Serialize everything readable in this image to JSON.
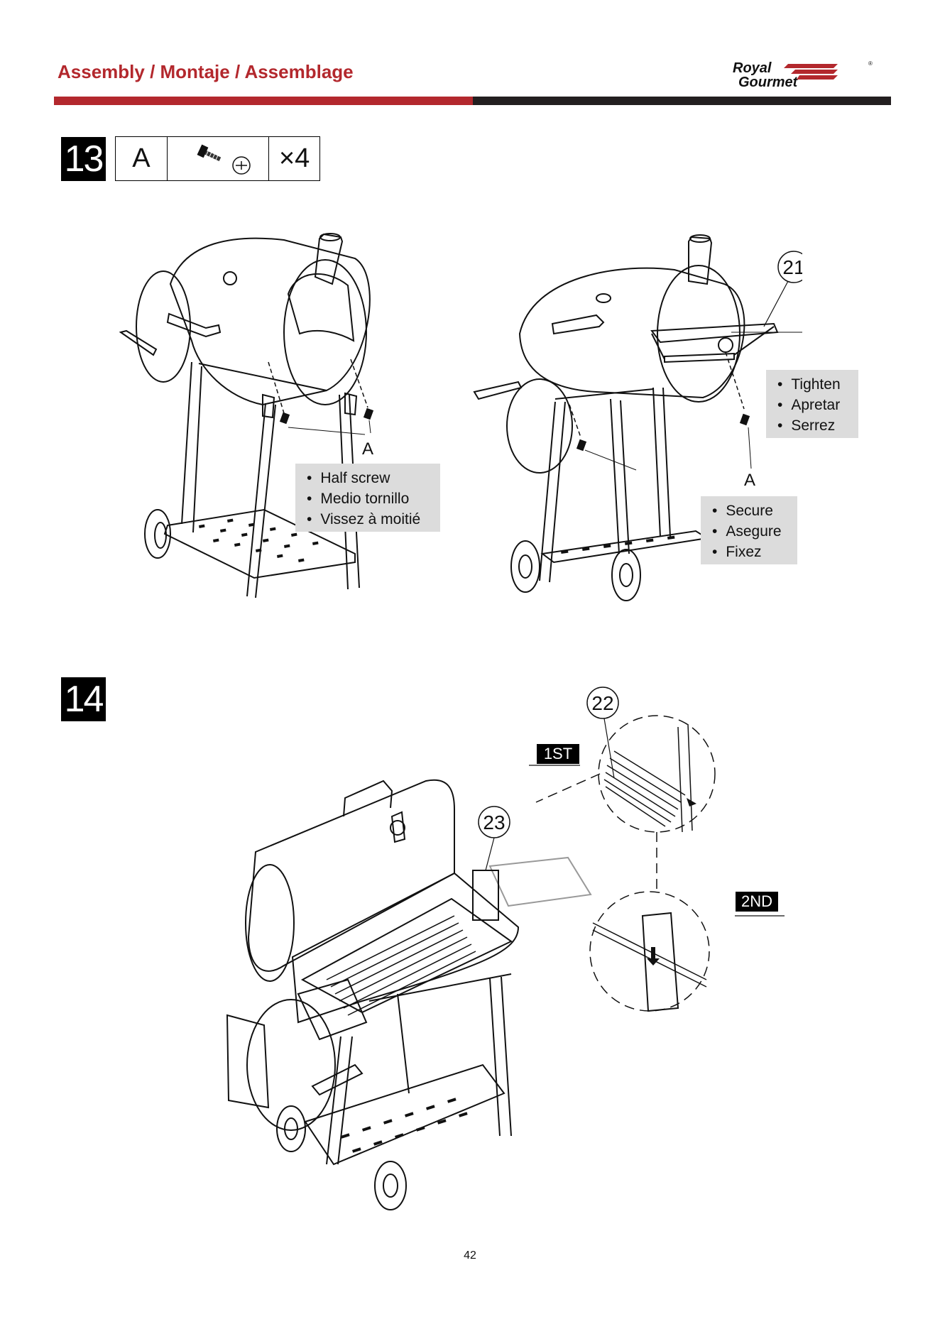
{
  "header": {
    "title": "Assembly / Montaje / Assemblage",
    "logo_line1": "Royal",
    "logo_line2": "Gourmet",
    "logo_mark": "®"
  },
  "step13": {
    "number": "13",
    "part_letter": "A",
    "quantity": "×4",
    "hardware_icon": "screw-icon",
    "note_half": [
      "Half screw",
      "Medio tornillo",
      "Vissez à moitié"
    ],
    "note_tighten": [
      "Tighten",
      "Apretar",
      "Serrez"
    ],
    "note_secure": [
      "Secure",
      "Asegure",
      "Fixez"
    ],
    "callout_21": "21",
    "label_a": "A"
  },
  "step14": {
    "number": "14",
    "callout_22": "22",
    "callout_23": "23",
    "tag_first": "1ST",
    "tag_second": "2ND"
  },
  "footer": {
    "page_number": "42"
  },
  "colors": {
    "brand_red": "#b3282d",
    "rule_dark": "#231f20",
    "note_gray": "#dcdcdc"
  }
}
